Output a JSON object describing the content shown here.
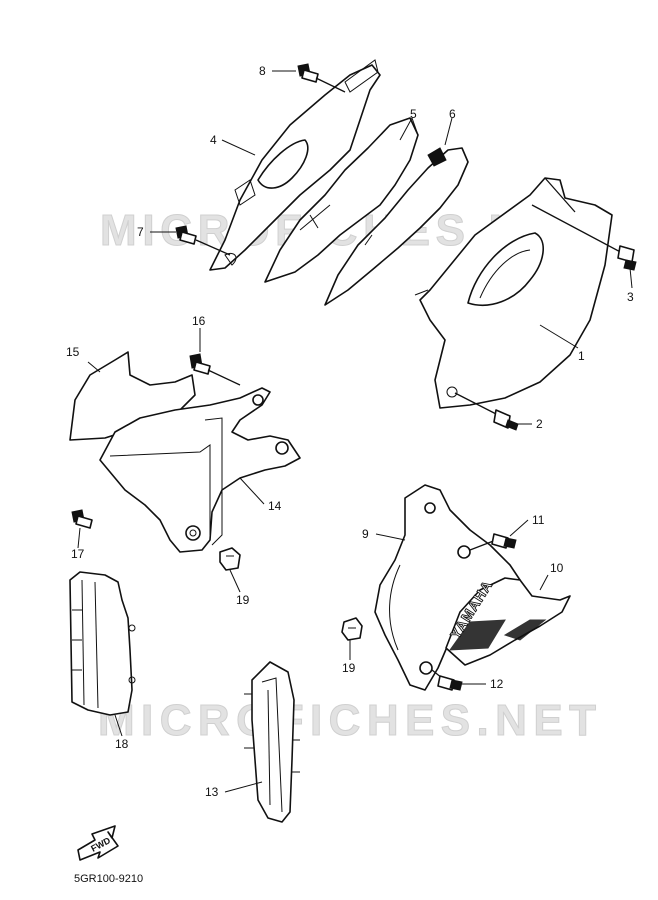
{
  "diagram": {
    "watermark_text": "MICROFICHES.NET",
    "diagram_code": "5GR100-9210",
    "fwd_label": "FWD",
    "brand_logo": "YAMAHA",
    "callouts": [
      {
        "id": "c1",
        "label": "1"
      },
      {
        "id": "c2",
        "label": "2"
      },
      {
        "id": "c3",
        "label": "3"
      },
      {
        "id": "c4",
        "label": "4"
      },
      {
        "id": "c5",
        "label": "5"
      },
      {
        "id": "c6",
        "label": "6"
      },
      {
        "id": "c7",
        "label": "7"
      },
      {
        "id": "c8",
        "label": "8"
      },
      {
        "id": "c9",
        "label": "9"
      },
      {
        "id": "c10",
        "label": "10"
      },
      {
        "id": "c11",
        "label": "11"
      },
      {
        "id": "c12",
        "label": "12"
      },
      {
        "id": "c13",
        "label": "13"
      },
      {
        "id": "c14",
        "label": "14"
      },
      {
        "id": "c15",
        "label": "15"
      },
      {
        "id": "c16",
        "label": "16"
      },
      {
        "id": "c17",
        "label": "17"
      },
      {
        "id": "c18",
        "label": "18"
      },
      {
        "id": "c19a",
        "label": "19"
      },
      {
        "id": "c19b",
        "label": "19"
      }
    ]
  }
}
